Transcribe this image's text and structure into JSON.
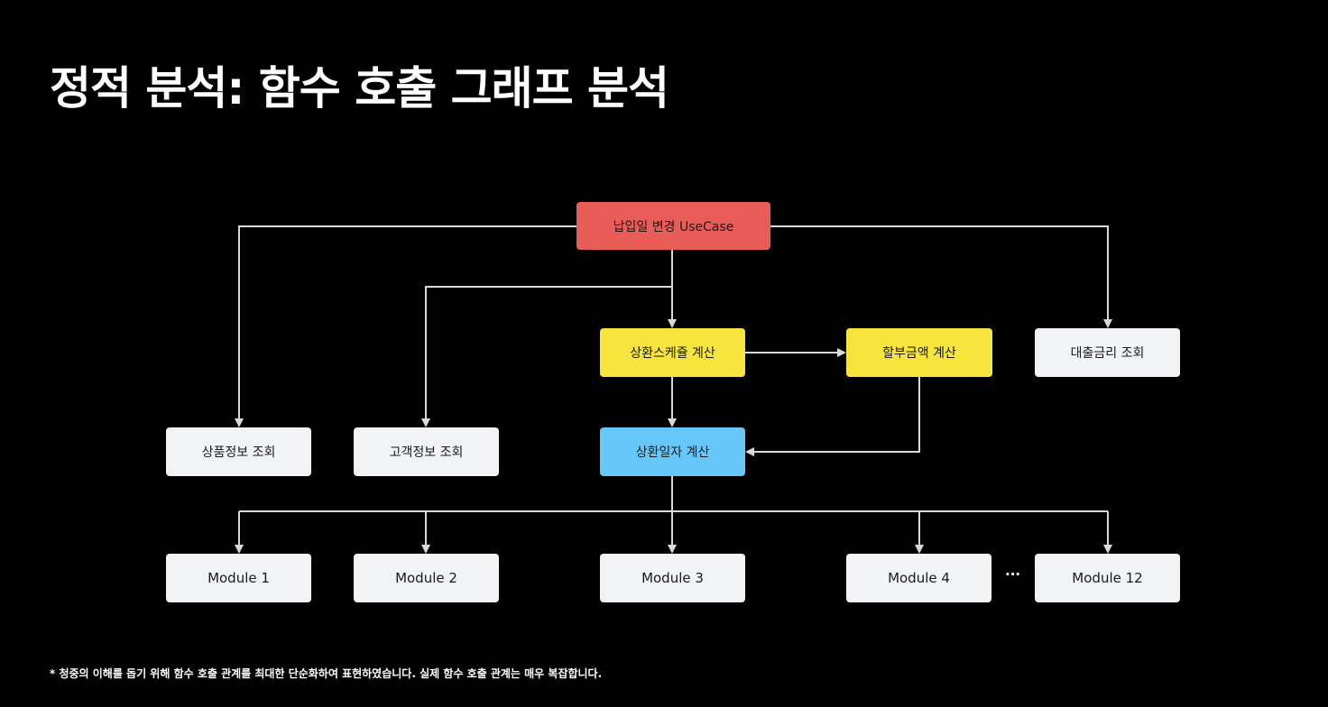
{
  "title": "정적 분석: 함수 호출 그래프 분석",
  "nodes": {
    "usecase": "납입일 변경 UseCase",
    "repayment_schedule": "상환스케쥴 계산",
    "installment_amount": "할부금액 계산",
    "loan_rate": "대출금리 조회",
    "product_info": "상품정보 조회",
    "customer_info": "고객정보 조회",
    "repayment_date": "상환일자 계산",
    "module1": "Module 1",
    "module2": "Module 2",
    "module3": "Module 3",
    "module4": "Module 4",
    "module12": "Module 12"
  },
  "ellipsis": "···",
  "footnote": "* 청중의 이해를 돕기 위해 함수 호출 관계를 최대한 단순화하여 표현하였습니다. 실제 함수 호출 관계는 매우 복잡합니다.",
  "colors": {
    "usecase": "#e85d58",
    "calc_yellow": "#f7e43c",
    "calc_blue": "#66c8fa",
    "plain": "#f2f3f5",
    "connector": "#d9d9d9"
  }
}
